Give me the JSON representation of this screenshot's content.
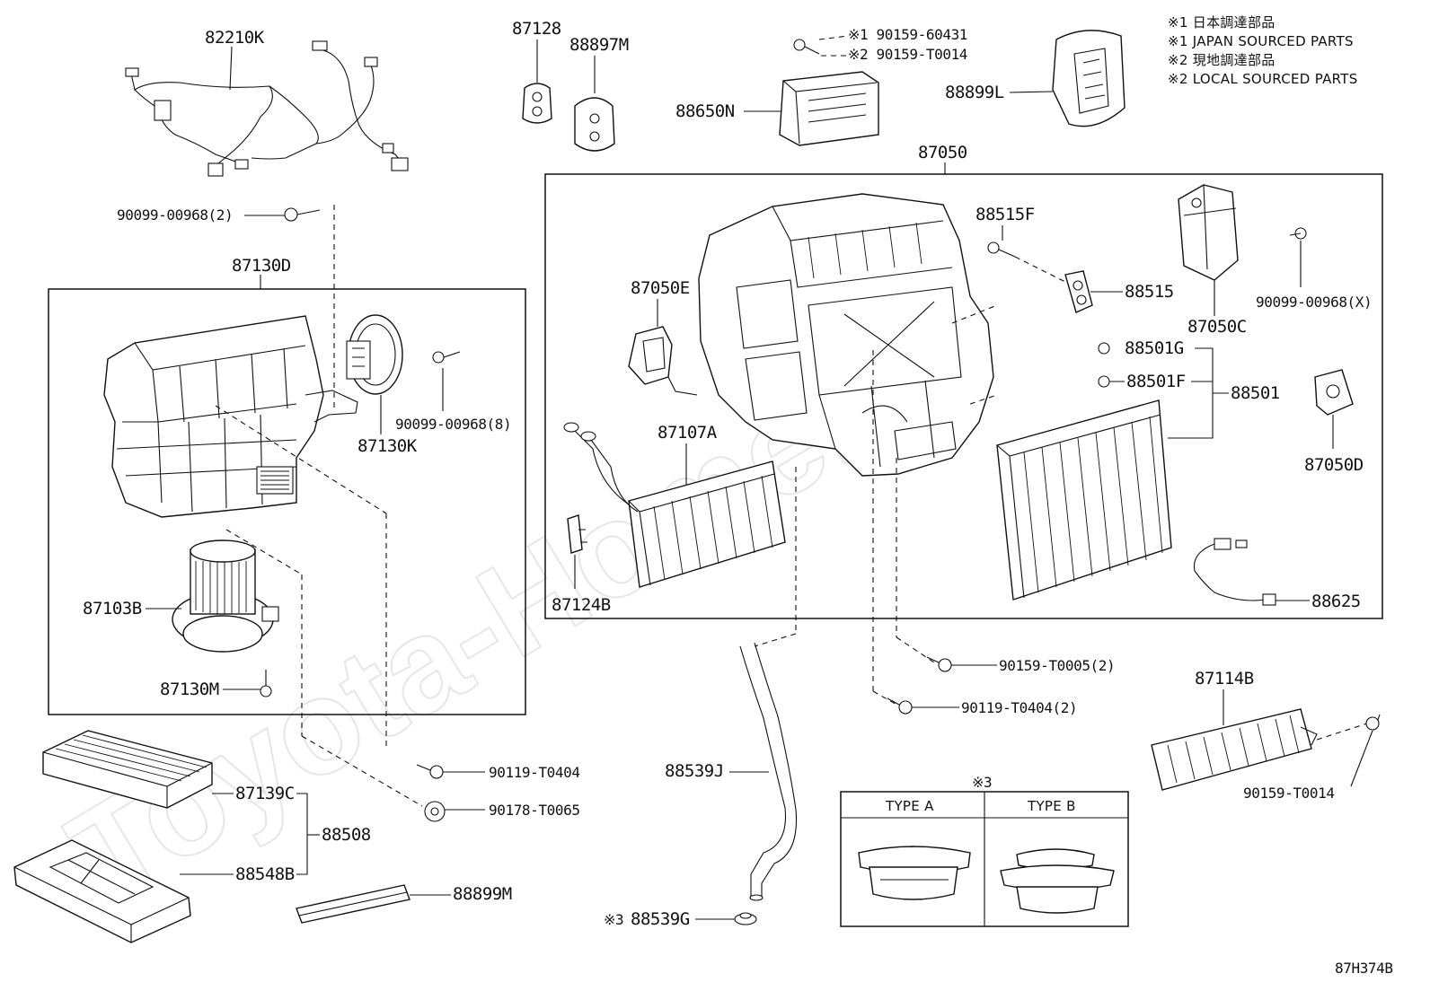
{
  "legend": [
    "※1 日本調達部品",
    "※1 JAPAN SOURCED PARTS",
    "※2 現地調達部品",
    "※2 LOCAL SOURCED PARTS"
  ],
  "watermark": "Toyota-Home.ru",
  "diagram_code": "87H374B",
  "labels": {
    "p82210K": "82210K",
    "p90099_00968_2": "90099-00968(2)",
    "p87130D": "87130D",
    "p90099_00968_8": "90099-00968(8)",
    "p87130K": "87130K",
    "p87103B": "87103B",
    "p87130M": "87130M",
    "p87139C": "87139C",
    "p88508": "88508",
    "p88548B": "88548B",
    "p88899M": "88899M",
    "p90119_T0404": "90119-T0404",
    "p90178_T0065": "90178-T0065",
    "p87128": "87128",
    "p88897M": "88897M",
    "p88650N": "88650N",
    "fastener_note_1": "※1 90159-60431",
    "fastener_note_2": "※2 90159-T0014",
    "p88899L": "88899L",
    "p87050": "87050",
    "p88515F": "88515F",
    "p88515": "88515",
    "p87050E": "87050E",
    "p87050C": "87050C",
    "p90099_00968_X": "90099-00968(X)",
    "p88501G": "88501G",
    "p88501F": "88501F",
    "p88501": "88501",
    "p87107A": "87107A",
    "p87050D": "87050D",
    "p87124B": "87124B",
    "p88625": "88625",
    "p90159_T0005_2": "90159-T0005(2)",
    "p90119_T0404_2": "90119-T0404(2)",
    "p87114B": "87114B",
    "p90159_T0014": "90159-T0014",
    "p88539J": "88539J",
    "p88539G_mark": "※3",
    "p88539G": "88539G",
    "type_box_mark": "※3",
    "type_a": "TYPE A",
    "type_b": "TYPE B"
  }
}
